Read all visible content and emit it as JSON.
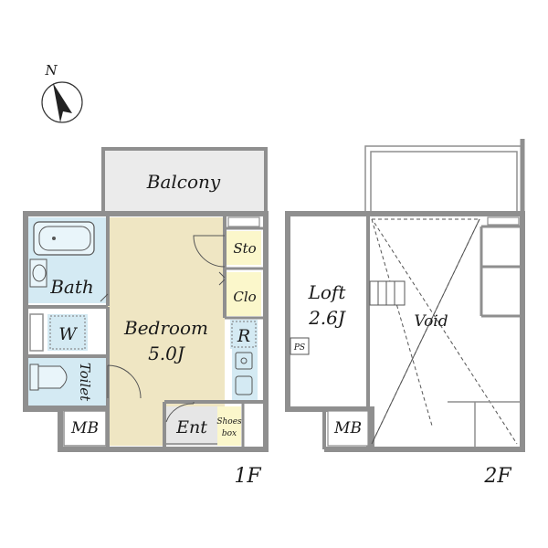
{
  "compass": {
    "north": "N"
  },
  "floor1": {
    "label": "1F",
    "rooms": {
      "balcony": "Balcony",
      "bath": "Bath",
      "storage": "Sto",
      "closet": "Clo",
      "washer": "W",
      "bedroom": "Bedroom",
      "bedroom_size": "5.0J",
      "refrigerator": "R",
      "toilet": "Toilet",
      "meter_box": "MB",
      "entrance": "Ent",
      "shoes_box_line1": "Shoes",
      "shoes_box_line2": "box"
    }
  },
  "floor2": {
    "label": "2F",
    "rooms": {
      "loft": "Loft",
      "loft_size": "2.6J",
      "void": "Void",
      "pipe_space": "PS",
      "meter_box": "MB"
    }
  },
  "colors": {
    "wall": "#8f8f8f",
    "bedroom_floor": "#efe6c3",
    "wet_area": "#d4eaf3",
    "storage_fill": "#fbf7cb",
    "balcony_fill": "#ebebeb",
    "entrance_fill": "#e6e6e6"
  }
}
